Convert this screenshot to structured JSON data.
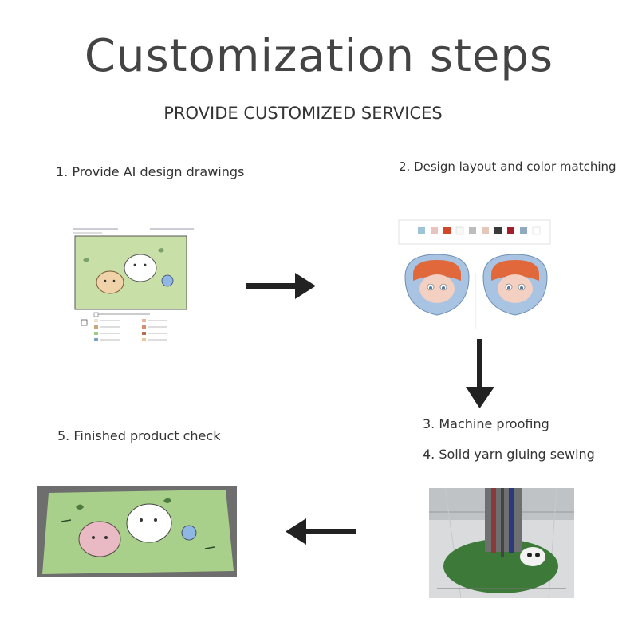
{
  "page": {
    "title": "Customization steps",
    "subtitle": "PROVIDE CUSTOMIZED SERVICES"
  },
  "steps": [
    {
      "label": "1. Provide AI design drawings"
    },
    {
      "label": "2. Design layout and color matching"
    },
    {
      "label": "3. Machine proofing"
    },
    {
      "label": "4. Solid yarn gluing sewing"
    },
    {
      "label": "5. Finished product check"
    }
  ],
  "colors": {
    "rug_green": "#a8d08a",
    "design_green": "#c9dfa8",
    "hair_orange": "#e0683a",
    "arrow": "#222222"
  }
}
